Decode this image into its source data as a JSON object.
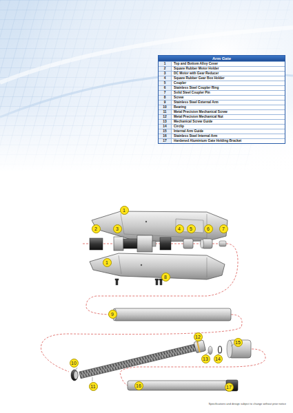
{
  "diagram": {
    "title": "Arm Gate",
    "nodes": [
      {
        "text": [
          "1"
        ]
      },
      {
        "text": [
          "2"
        ]
      },
      {
        "text": [
          "3"
        ]
      },
      {
        "text": [
          "4"
        ]
      },
      {
        "text": [
          "5"
        ]
      },
      {
        "text": [
          "6"
        ]
      },
      {
        "text": [
          "7"
        ]
      },
      {
        "text": [
          "1"
        ]
      },
      {
        "text": [
          "8"
        ]
      },
      {
        "text": [
          "9"
        ]
      },
      {
        "text": [
          "12"
        ]
      },
      {
        "text": [
          "15"
        ]
      },
      {
        "text": [
          "13"
        ]
      },
      {
        "text": [
          "14"
        ]
      },
      {
        "text": [
          "10"
        ]
      },
      {
        "text": [
          "11"
        ]
      },
      {
        "text": [
          "16"
        ]
      },
      {
        "text": [
          "17"
        ]
      }
    ],
    "labels": [
      "1",
      "Top and Bottom Alloy Cover",
      "2",
      "Square Rubber Motor Holder",
      "3",
      "DC Motor with Gear Reducer",
      "4",
      "Square Rubber Gear Box Holder",
      "5",
      "Coupler",
      "6",
      "Stainless Steel Coupler Ring",
      "7",
      "Solid Steel Coupler Pin",
      "8",
      "Screw",
      "9",
      "Stainless Steel External Arm",
      "10",
      "Bearing",
      "11",
      "Metal Precision Mechanical Screw",
      "12",
      "Metal Precision Mechanical Nut",
      "13",
      "Mechanical Screw Guide",
      "14",
      "Circlip",
      "15",
      "Internal Arm Guide",
      "16",
      "Stainless Steel Internal Arm",
      "17",
      "Hardened Aluminium Gate Holding Bracket",
      "Specifications and design subject to change without prior notice"
    ]
  }
}
